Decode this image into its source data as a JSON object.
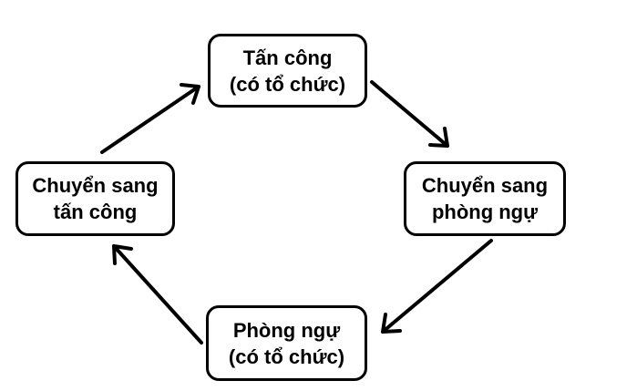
{
  "nodes": {
    "top": {
      "line1": "Tấn công",
      "line2": "(có tổ chức)"
    },
    "right": {
      "line1": "Chuyển sang",
      "line2": "phòng ngự"
    },
    "bottom": {
      "line1": "Phòng ngự",
      "line2": "(có tổ chức)"
    },
    "left": {
      "line1": "Chuyển sang",
      "line2": "tấn công"
    }
  },
  "colors": {
    "stroke": "#000000",
    "background": "#ffffff"
  }
}
